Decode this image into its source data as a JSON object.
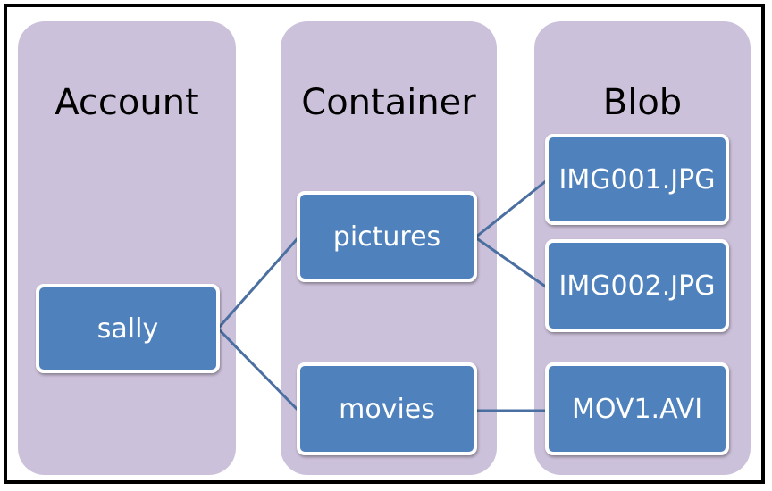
{
  "columns": {
    "account": "Account",
    "container": "Container",
    "blob": "Blob"
  },
  "nodes": {
    "account": "sally",
    "containers": [
      "pictures",
      "movies"
    ],
    "blobs": [
      "IMG001.JPG",
      "IMG002.JPG",
      "MOV1.AVI"
    ]
  },
  "colors": {
    "column_fill": "#ccc1da",
    "node_fill": "#4f81bd",
    "connector": "#4a6fa0"
  }
}
